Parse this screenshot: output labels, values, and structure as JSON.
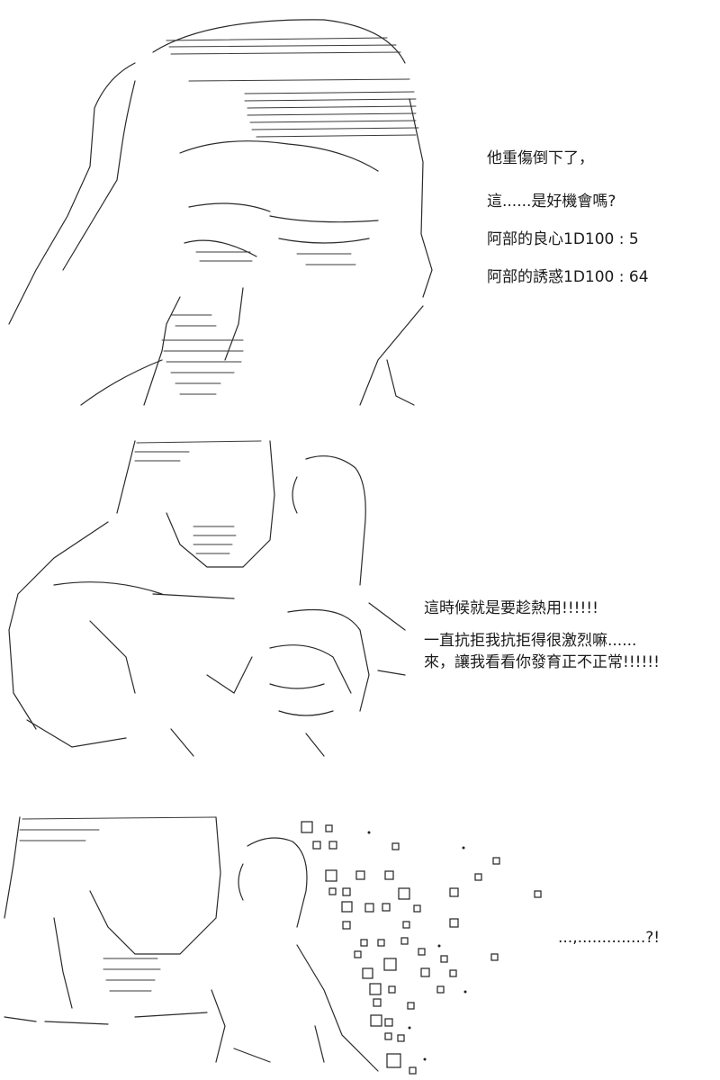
{
  "panels": [
    {
      "lines": [
        "他重傷倒下了，",
        "這......是好機會嗎?",
        "阿部的良心1D100 : 5",
        "阿部的誘惑1D100 : 64"
      ]
    },
    {
      "lines": [
        "這時候就是要趁熱用!!!!!!",
        "一直抗拒我抗拒得很激烈嘛......",
        "來，讓我看看你發育正不正常!!!!!!"
      ]
    },
    {
      "lines": [
        "...,..............?!"
      ]
    }
  ]
}
